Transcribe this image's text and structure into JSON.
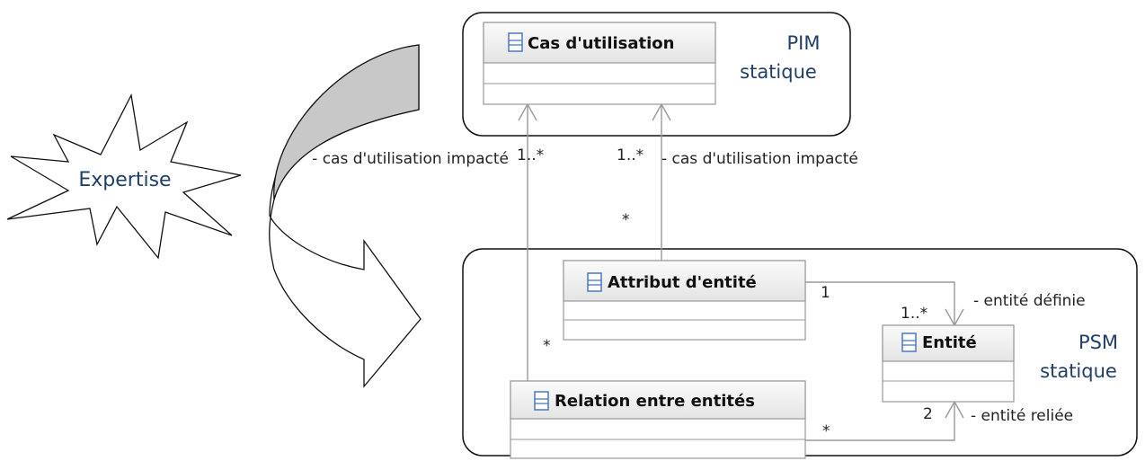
{
  "packages": {
    "pim": {
      "line1": "PIM",
      "line2": "statique"
    },
    "psm": {
      "line1": "PSM",
      "line2": "statique"
    }
  },
  "expertise_label": "Expertise",
  "classes": {
    "cas_utilisation": "Cas d'utilisation",
    "attribut_entite": "Attribut d'entité",
    "relation_entites": "Relation entre entités",
    "entite": "Entité"
  },
  "associations": {
    "relation_to_cas": {
      "role": "- cas d'utilisation impacté",
      "target_mult": "1..*",
      "source_mult": "*"
    },
    "attribut_to_cas": {
      "role": "- cas d'utilisation impacté",
      "target_mult": "1..*",
      "source_mult": "*"
    },
    "attribut_to_entite": {
      "role": "- entité définie",
      "source_mult": "1",
      "target_mult": "1..*"
    },
    "relation_to_entite": {
      "role": "- entité reliée",
      "source_mult": "*",
      "target_mult": "2"
    }
  },
  "colors": {
    "package_border": "#111111",
    "class_border": "#999999",
    "class_header": "#ececec",
    "class_icon": "#4a78c2",
    "edge": "#9a9a9a",
    "label_blue": "#1f3f6b",
    "arrow_fill": "#c8c8c8"
  }
}
